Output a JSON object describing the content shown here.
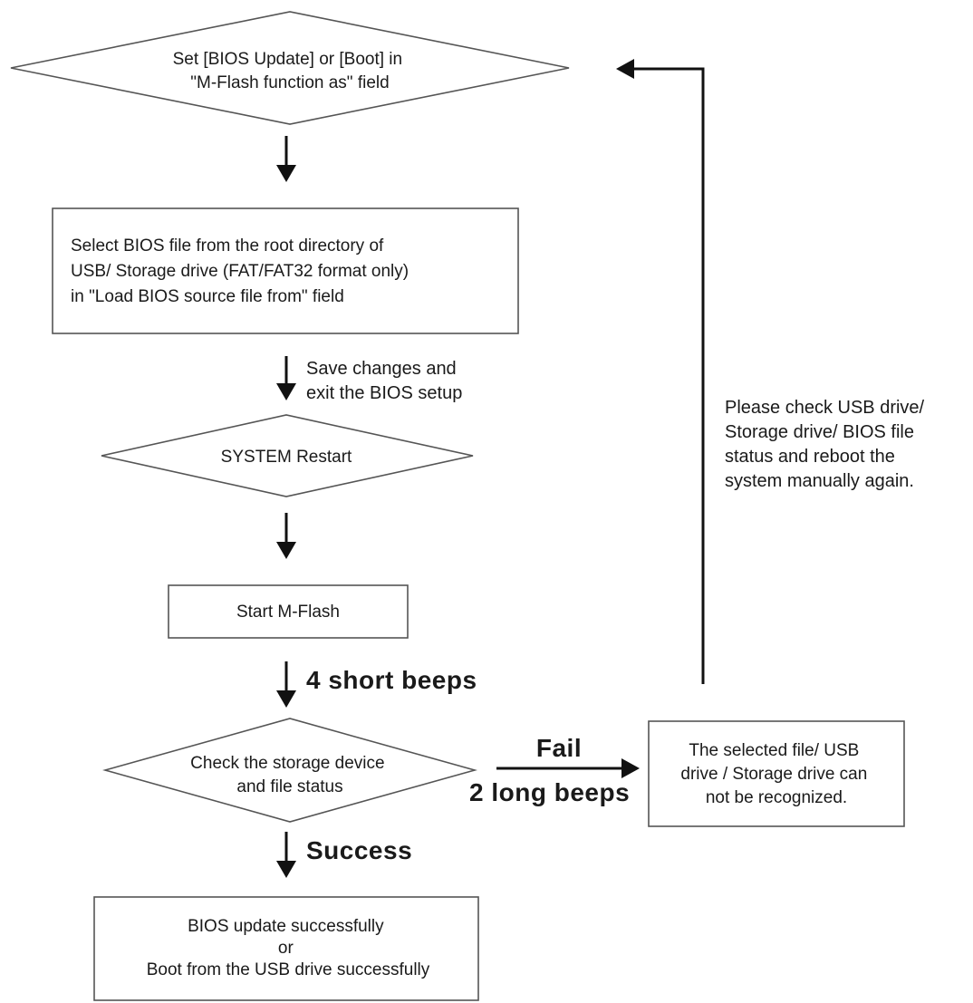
{
  "nodes": {
    "set_mode": {
      "lines": [
        "Set [BIOS Update] or [Boot] in",
        "\"M-Flash function as\" field"
      ]
    },
    "select_file": {
      "lines": [
        "Select BIOS file from the root directory of",
        "USB/ Storage drive (FAT/FAT32 format only)",
        "in \"Load BIOS source file from\" field"
      ]
    },
    "system_restart": {
      "lines": [
        "SYSTEM Restart"
      ]
    },
    "start_mflash": {
      "lines": [
        "Start M-Flash"
      ]
    },
    "check_storage": {
      "lines": [
        "Check the storage device",
        "and file status"
      ]
    },
    "not_recognized": {
      "lines": [
        "The selected file/ USB",
        "drive / Storage drive can",
        "not be recognized."
      ]
    },
    "success_box": {
      "lines": [
        "BIOS update successfully",
        "or",
        "Boot from the USB drive successfully"
      ]
    }
  },
  "edges": {
    "save_changes": {
      "lines": [
        "Save changes and",
        "exit the BIOS setup"
      ]
    },
    "short_beeps": {
      "label": "4 short beeps"
    },
    "fail": {
      "label": "Fail"
    },
    "long_beeps": {
      "label": "2 long beeps"
    },
    "success": {
      "label": "Success"
    },
    "recheck_note": {
      "lines": [
        "Please check USB drive/",
        "Storage drive/ BIOS file",
        "status and reboot the",
        "system manually again."
      ]
    }
  }
}
